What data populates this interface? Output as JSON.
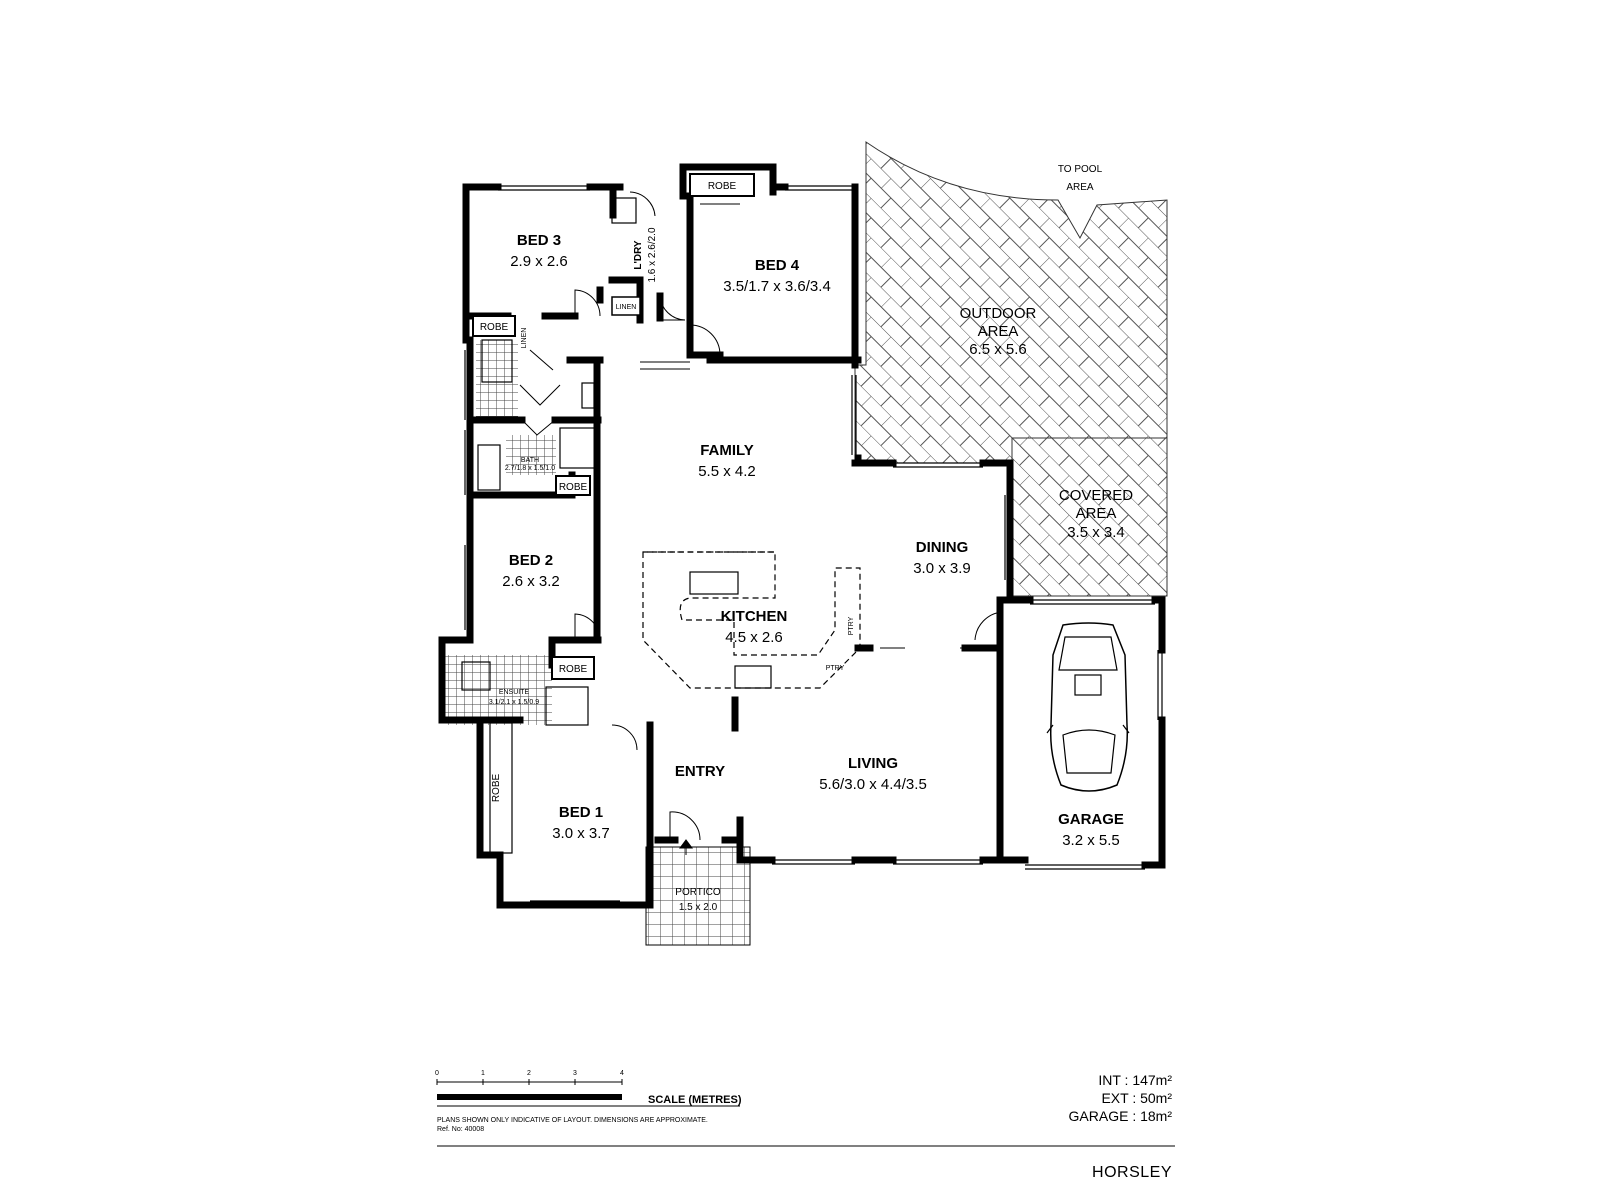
{
  "rooms": {
    "bed3": {
      "name": "BED 3",
      "dims": "2.9 x 2.6"
    },
    "laundry": {
      "name": "L'DRY",
      "dims": "1.6 x 2.6/2.0"
    },
    "bed4": {
      "name": "BED 4",
      "dims": "3.5/1.7 x 3.6/3.4"
    },
    "outdoor": {
      "name1": "OUTDOOR",
      "name2": "AREA",
      "dims": "6.5 x 5.6"
    },
    "pool": {
      "line1": "TO POOL",
      "line2": "AREA"
    },
    "family": {
      "name": "FAMILY",
      "dims": "5.5 x 4.2"
    },
    "covered": {
      "name1": "COVERED",
      "name2": "AREA",
      "dims": "3.5 x 3.4"
    },
    "dining": {
      "name": "DINING",
      "dims": "3.0 x 3.9"
    },
    "bed2": {
      "name": "BED 2",
      "dims": "2.6 x 3.2"
    },
    "kitchen": {
      "name": "KITCHEN",
      "dims": "4.5 x 2.6"
    },
    "ensuite": {
      "name": "ENSUITE",
      "dims": "3.1/2.1 x 1.5/0.9"
    },
    "bath": {
      "name": "BATH",
      "dims": "2.7/1.8 x 1.5/1.0"
    },
    "entry": {
      "name": "ENTRY"
    },
    "living": {
      "name": "LIVING",
      "dims": "5.6/3.0 x 4.4/3.5"
    },
    "garage": {
      "name": "GARAGE",
      "dims": "3.2 x 5.5"
    },
    "bed1": {
      "name": "BED 1",
      "dims": "3.0 x 3.7"
    },
    "portico": {
      "name": "PORTICO",
      "dims": "1.5 x 2.0"
    }
  },
  "labels": {
    "robe": "ROBE",
    "linen": "LINEN",
    "ptry": "PTRY"
  },
  "scale": {
    "ticks": [
      "0",
      "1",
      "2",
      "3",
      "4"
    ],
    "title": "SCALE (METRES)"
  },
  "notes": {
    "disclaimer": "PLANS SHOWN ONLY INDICATIVE OF LAYOUT.  DIMENSIONS ARE APPROXIMATE.",
    "ref": "Ref. No: 40008"
  },
  "areas": {
    "int_label": "INT",
    "int_value": "147m²",
    "ext_label": "EXT",
    "ext_value": "50m²",
    "garage_label": "GARAGE",
    "garage_value": "18m²"
  },
  "suburb": "HORSLEY",
  "colors": {
    "wall": "#000000",
    "paving": "#5a5a5a"
  }
}
